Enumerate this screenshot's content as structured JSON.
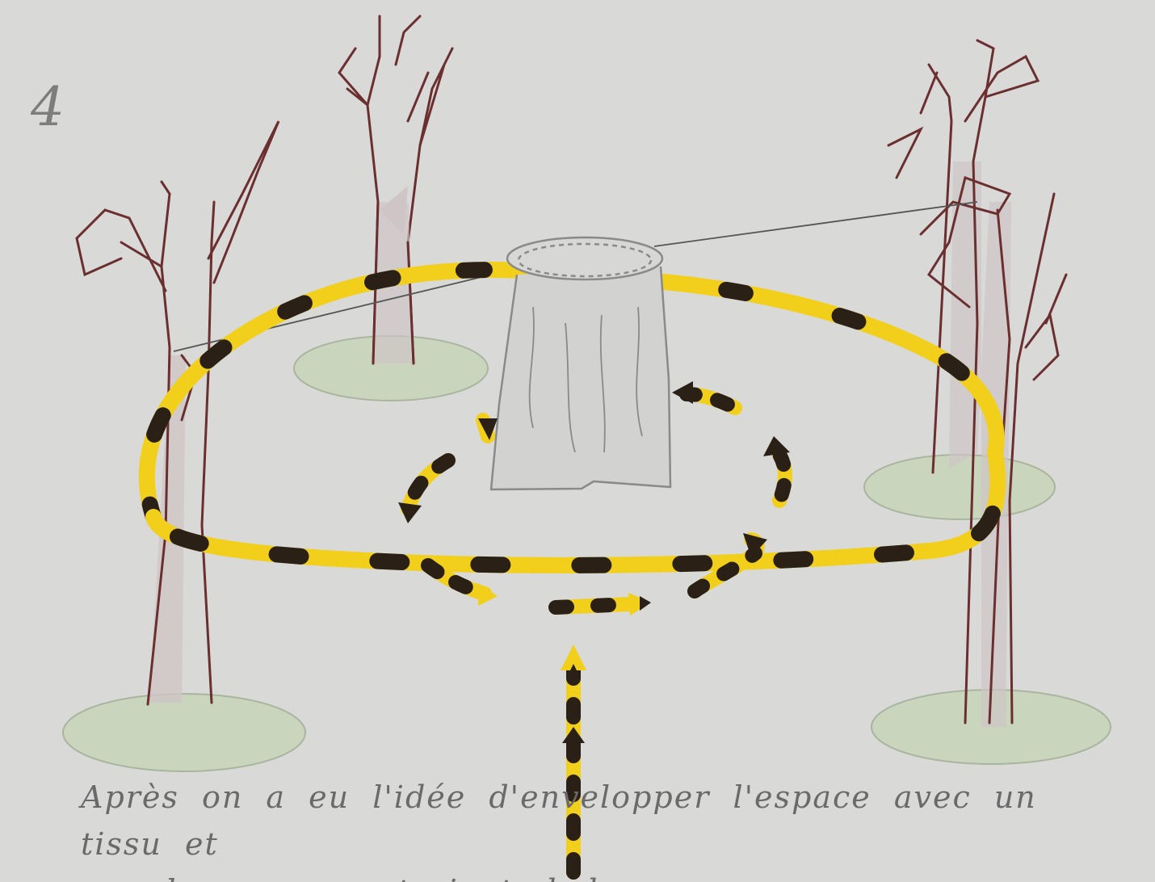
{
  "page_number": "4",
  "caption": {
    "line1": "Après on a eu l'idée d'envelopper l'espace avec un tissu et",
    "line2": "que les gens rentraient dedans"
  },
  "colors": {
    "paper": "#d9d9d8",
    "trunk": "#6b2f2f",
    "trunk_fill": "#cfc4c6",
    "grass": "#c9d6bd",
    "tape_yellow": "#f1cf1b",
    "tape_black": "#2a2016",
    "fabric": "#8a8a8a"
  },
  "icons": [
    "tree",
    "fabric-tube",
    "barrier-tape-ring",
    "rotation-arrow",
    "entry-arrow"
  ]
}
